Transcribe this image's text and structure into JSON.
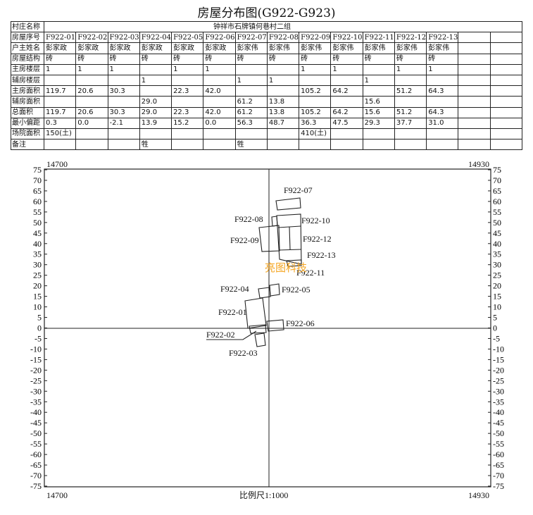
{
  "title": "房屋分布图(G922-G923)",
  "village": {
    "label": "村庄名称",
    "value": "钟祥市石牌镇何巷村二组"
  },
  "row_labels": [
    "房屋序号",
    "户主姓名",
    "房屋结构",
    "主房楼层",
    "辅房楼层",
    "主房面积",
    "辅房面积",
    "总面积",
    "最小偏距",
    "场院面积",
    "备注"
  ],
  "houses": [
    {
      "id": "F922-01",
      "owner": "彭家政",
      "structure": "砖",
      "main_floors": "1",
      "aux_floors": "",
      "main_area": "119.7",
      "aux_area": "",
      "total_area": "119.7",
      "min_offset": "0.3",
      "yard_area": "150(土)",
      "note": ""
    },
    {
      "id": "F922-02",
      "owner": "彭家政",
      "structure": "砖",
      "main_floors": "1",
      "aux_floors": "",
      "main_area": "20.6",
      "aux_area": "",
      "total_area": "20.6",
      "min_offset": "0.0",
      "yard_area": "",
      "note": ""
    },
    {
      "id": "F922-03",
      "owner": "彭家政",
      "structure": "砖",
      "main_floors": "1",
      "aux_floors": "",
      "main_area": "30.3",
      "aux_area": "",
      "total_area": "30.3",
      "min_offset": "-2.1",
      "yard_area": "",
      "note": ""
    },
    {
      "id": "F922-04",
      "owner": "彭家政",
      "structure": "砖",
      "main_floors": "",
      "aux_floors": "1",
      "main_area": "",
      "aux_area": "29.0",
      "total_area": "29.0",
      "min_offset": "13.9",
      "yard_area": "",
      "note": "牲"
    },
    {
      "id": "F922-05",
      "owner": "彭家政",
      "structure": "砖",
      "main_floors": "1",
      "aux_floors": "",
      "main_area": "22.3",
      "aux_area": "",
      "total_area": "22.3",
      "min_offset": "15.2",
      "yard_area": "",
      "note": ""
    },
    {
      "id": "F922-06",
      "owner": "彭家政",
      "structure": "砖",
      "main_floors": "1",
      "aux_floors": "",
      "main_area": "42.0",
      "aux_area": "",
      "total_area": "42.0",
      "min_offset": "0.0",
      "yard_area": "",
      "note": ""
    },
    {
      "id": "F922-07",
      "owner": "彭家伟",
      "structure": "砖",
      "main_floors": "",
      "aux_floors": "1",
      "main_area": "",
      "aux_area": "61.2",
      "total_area": "61.2",
      "min_offset": "56.3",
      "yard_area": "",
      "note": "牲"
    },
    {
      "id": "F922-08",
      "owner": "彭家伟",
      "structure": "砖",
      "main_floors": "",
      "aux_floors": "1",
      "main_area": "",
      "aux_area": "13.8",
      "total_area": "13.8",
      "min_offset": "48.7",
      "yard_area": "",
      "note": ""
    },
    {
      "id": "F922-09",
      "owner": "彭家伟",
      "structure": "砖",
      "main_floors": "1",
      "aux_floors": "",
      "main_area": "105.2",
      "aux_area": "",
      "total_area": "105.2",
      "min_offset": "36.3",
      "yard_area": "410(土)",
      "note": ""
    },
    {
      "id": "F922-10",
      "owner": "彭家伟",
      "structure": "砖",
      "main_floors": "1",
      "aux_floors": "",
      "main_area": "64.2",
      "aux_area": "",
      "total_area": "64.2",
      "min_offset": "47.5",
      "yard_area": "",
      "note": ""
    },
    {
      "id": "F922-11",
      "owner": "彭家伟",
      "structure": "砖",
      "main_floors": "",
      "aux_floors": "1",
      "main_area": "",
      "aux_area": "15.6",
      "total_area": "15.6",
      "min_offset": "29.3",
      "yard_area": "",
      "note": ""
    },
    {
      "id": "F922-12",
      "owner": "彭家伟",
      "structure": "砖",
      "main_floors": "1",
      "aux_floors": "",
      "main_area": "51.2",
      "aux_area": "",
      "total_area": "51.2",
      "min_offset": "37.7",
      "yard_area": "",
      "note": ""
    },
    {
      "id": "F922-13",
      "owner": "彭家伟",
      "structure": "砖",
      "main_floors": "1",
      "aux_floors": "",
      "main_area": "64.3",
      "aux_area": "",
      "total_area": "64.3",
      "min_offset": "31.0",
      "yard_area": "",
      "note": ""
    }
  ],
  "map": {
    "x_left": "14700",
    "x_right": "14930",
    "y_range": [
      -75,
      75
    ],
    "y_step": 5,
    "scale": "比例尺1:1000",
    "watermark": "亮图科技",
    "watermark_color": "#f5a623"
  }
}
